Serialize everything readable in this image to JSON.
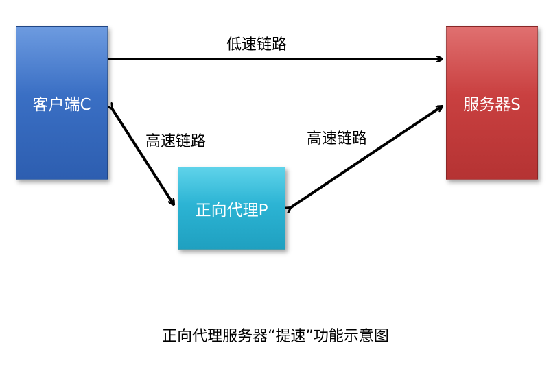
{
  "nodes": {
    "client": "客户端C",
    "server": "服务器S",
    "proxy": "正向代理P"
  },
  "links": {
    "slow": "低速链路",
    "fast_left": "高速链路",
    "fast_right": "高速链路"
  },
  "caption": "正向代理服务器“提速”功能示意图",
  "colors": {
    "client": "#3a6fc4",
    "server": "#c94040",
    "proxy": "#2cb4d4",
    "arrow": "#000000"
  }
}
